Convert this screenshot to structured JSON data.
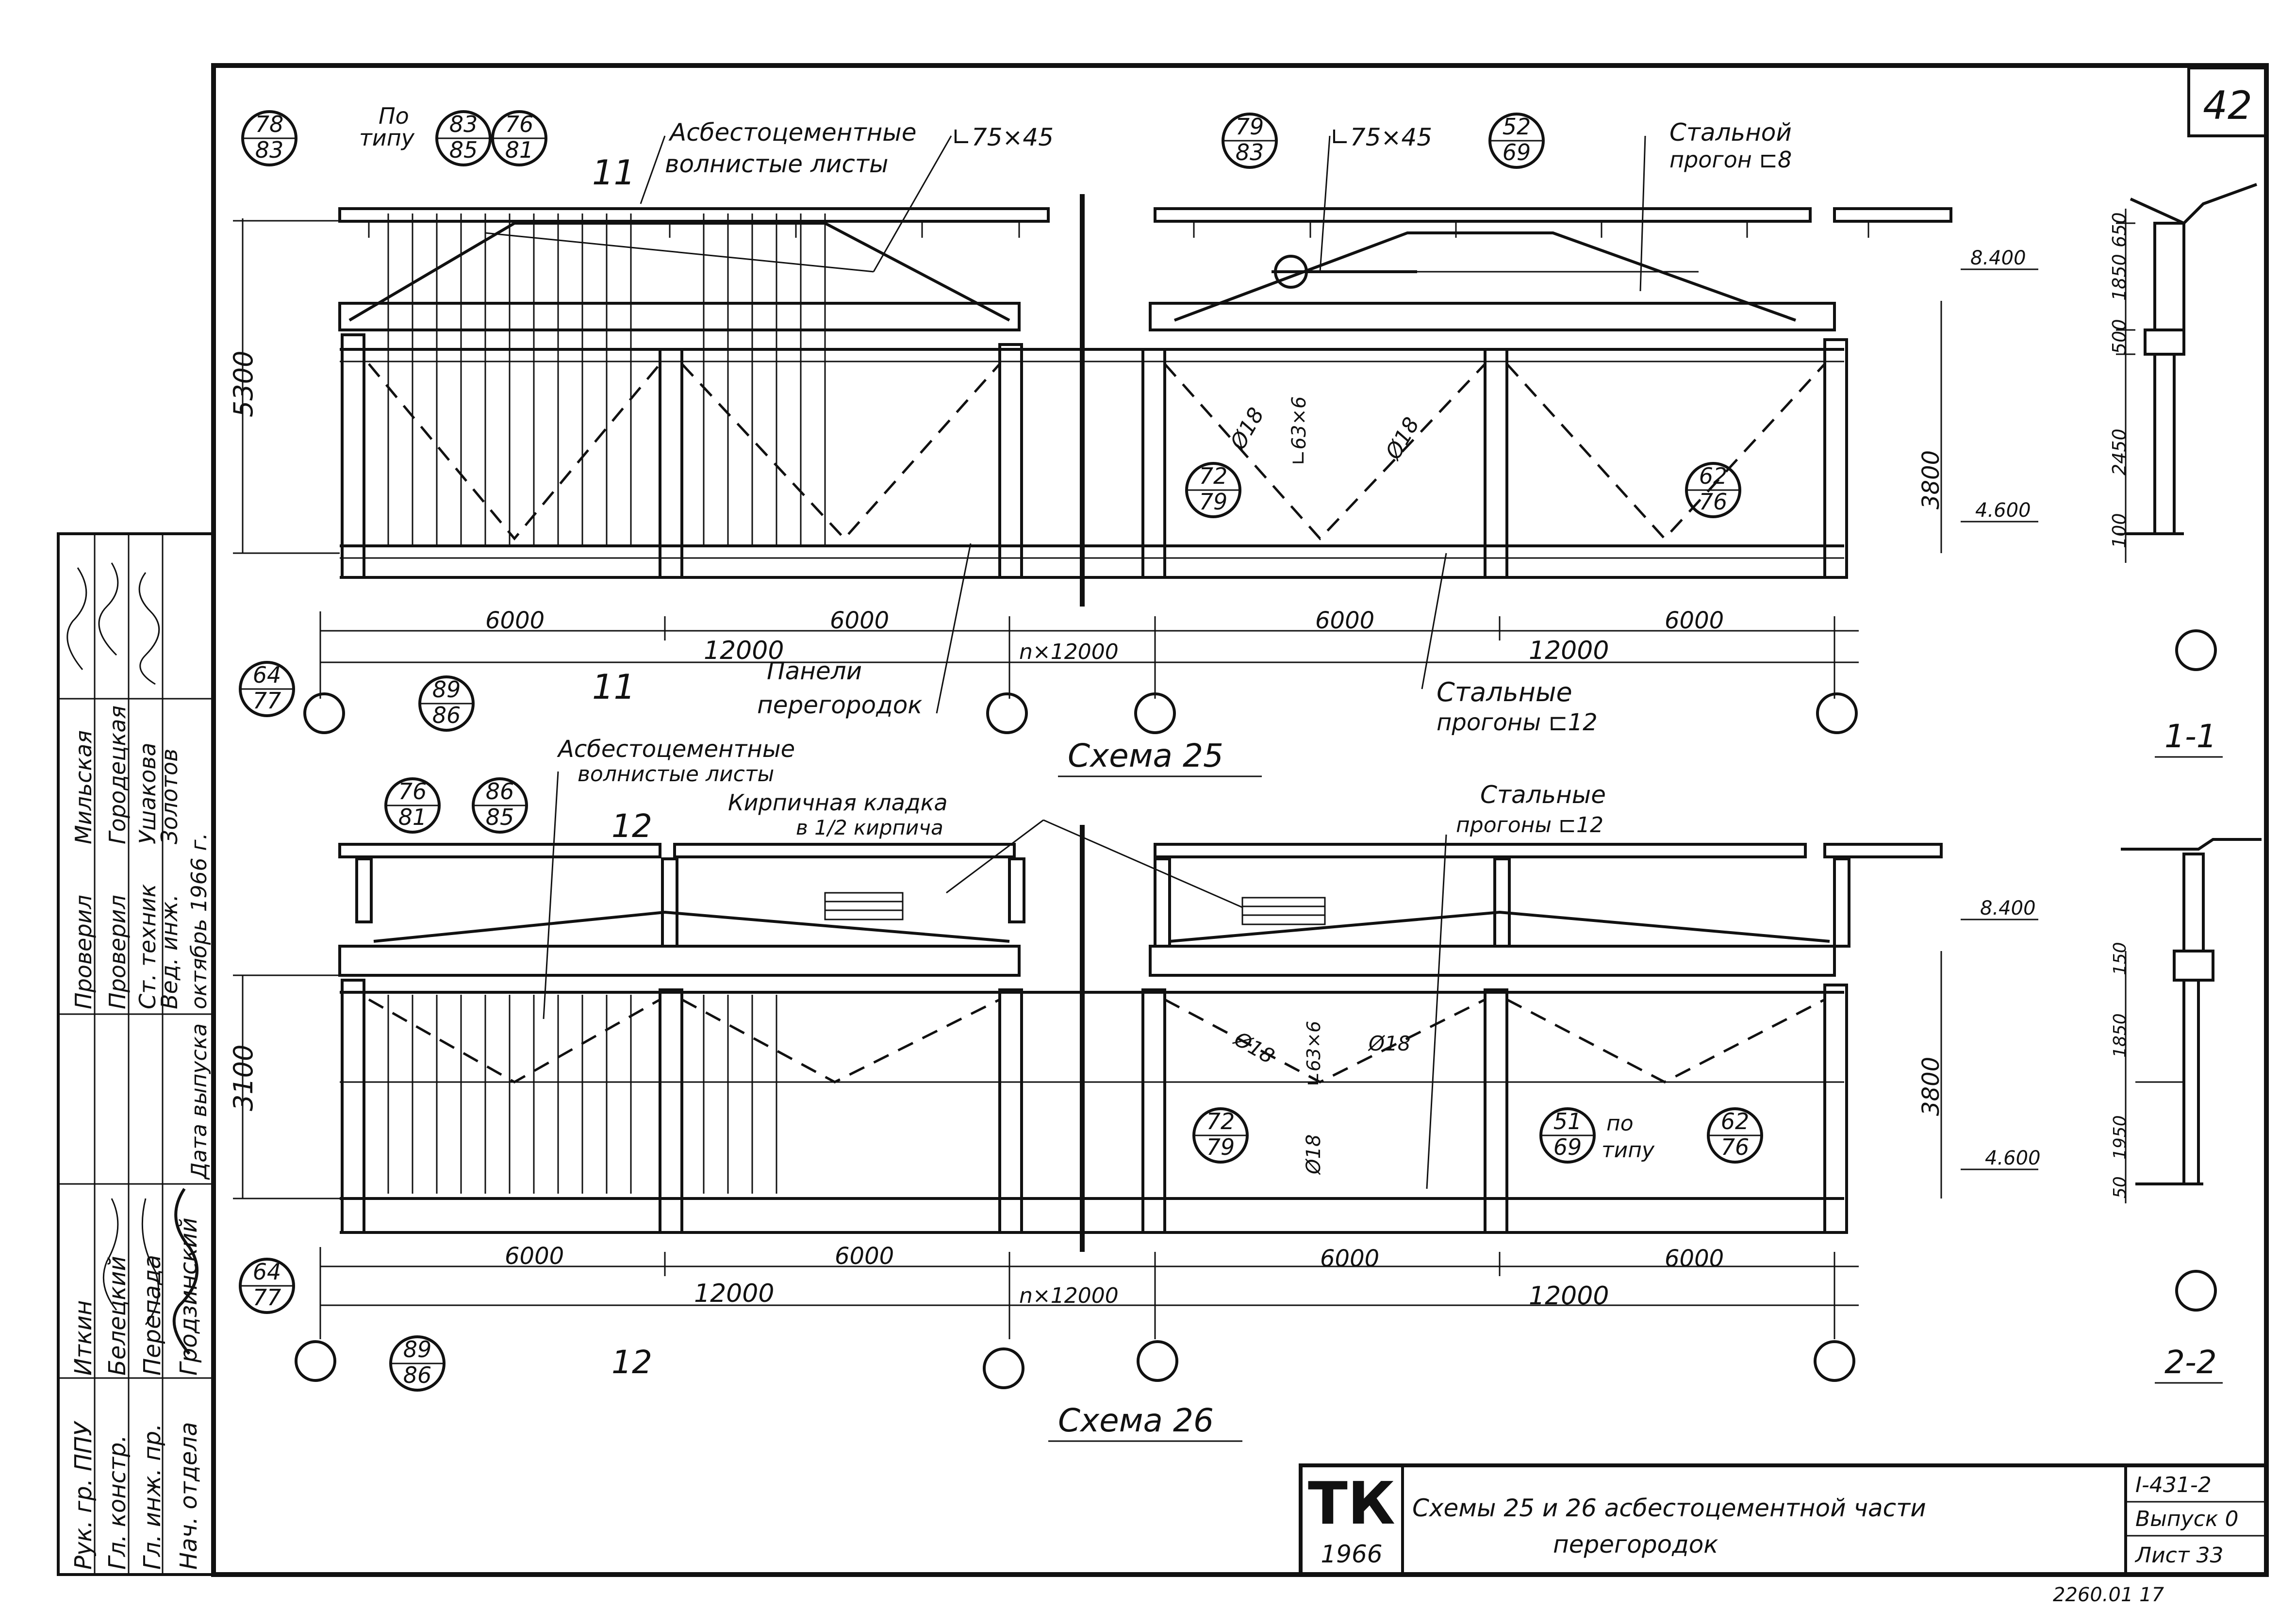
{
  "sheet_number": "42",
  "schema25": {
    "title": "Схема 25",
    "section_mark_left": "11",
    "section_mark_bottom": "11",
    "label_asbestos_line1": "Асбестоцементные",
    "label_asbestos_line2": "волнистые листы",
    "label_angle_left": "∟75×45",
    "label_angle_right": "∟75×45",
    "label_purlin_line1": "Стальной",
    "label_purlin_line2": "прогон ⊏8",
    "label_by_type_1": "По",
    "label_by_type_2": "типу",
    "label_panels_1": "Панели",
    "label_panels_2": "перегородок",
    "label_steel_purlins_1": "Стальные",
    "label_steel_purlins_2": "прогоны ⊏12",
    "height_total": "5300",
    "height_partition": "3800",
    "level_top": "8.400",
    "level_bottom": "4.600",
    "dim_6000_a": "6000",
    "dim_6000_b": "6000",
    "dim_6000_c": "6000",
    "dim_6000_d": "6000",
    "dim_12000_a": "12000",
    "dim_12000_b": "12000",
    "dim_n12000": "n×12000",
    "brace_d1": "Ø18",
    "brace_d2": "Ø18",
    "brace_angle": "∟63×6",
    "callouts": [
      {
        "top": "78",
        "bottom": "83"
      },
      {
        "top": "83",
        "bottom": "85"
      },
      {
        "top": "76",
        "bottom": "81"
      },
      {
        "top": "79",
        "bottom": "83"
      },
      {
        "top": "52",
        "bottom": "69"
      },
      {
        "top": "72",
        "bottom": "79"
      },
      {
        "top": "62",
        "bottom": "76"
      },
      {
        "top": "64",
        "bottom": "77"
      },
      {
        "top": "89",
        "bottom": "86"
      }
    ]
  },
  "schema26": {
    "title": "Схема 26",
    "section_mark_top": "12",
    "section_mark_bottom": "12",
    "label_asbestos_line1": "Асбестоцементные",
    "label_asbestos_line2": "волнистые листы",
    "label_brick_line1": "Кирпичная кладка",
    "label_brick_line2": "в 1/2 кирпича",
    "label_steel_purlins_1": "Стальные",
    "label_steel_purlins_2": "прогоны ⊏12",
    "label_by_type_1": "по",
    "label_by_type_2": "типу",
    "height_total": "3100",
    "height_partition": "3800",
    "level_top": "8.400",
    "level_bottom": "4.600",
    "dim_6000_a": "6000",
    "dim_6000_b": "6000",
    "dim_6000_c": "6000",
    "dim_6000_d": "6000",
    "dim_12000_a": "12000",
    "dim_12000_b": "12000",
    "dim_n12000": "n×12000",
    "brace_d1": "Ø18",
    "brace_d2": "Ø18",
    "brace_d3": "Ø18",
    "brace_angle": "∟63×6",
    "callouts": [
      {
        "top": "76",
        "bottom": "81"
      },
      {
        "top": "86",
        "bottom": "85"
      },
      {
        "top": "72",
        "bottom": "79"
      },
      {
        "top": "51",
        "bottom": "69"
      },
      {
        "top": "62",
        "bottom": "76"
      },
      {
        "top": "64",
        "bottom": "77"
      },
      {
        "top": "89",
        "bottom": "86"
      }
    ]
  },
  "section11": {
    "title": "1-1",
    "dims": [
      "650",
      "1850",
      "500",
      "2450",
      "100"
    ]
  },
  "section22": {
    "title": "2-2",
    "dims": [
      "150",
      "1850",
      "1950",
      "50"
    ]
  },
  "titleblock": {
    "logo": "ТК",
    "year": "1966",
    "title_line1": "Схемы 25 и 26 асбестоцементной части",
    "title_line2": "перегородок",
    "series": "I-431-2",
    "issue": "Выпуск 0",
    "sheet": "Лист 33",
    "bottom_number": "2260.01   17"
  },
  "stamp": {
    "rows": [
      {
        "role": "Нач. отдела",
        "name": "Гродзинский"
      },
      {
        "role": "Гл. инж. пр.",
        "name": "Перепада"
      },
      {
        "role": "Гл. констр.",
        "name": "Белецкий"
      },
      {
        "role": "Рук. гр. ППУ",
        "name": "Иткин"
      },
      {
        "role": "Дата выпуска",
        "name": "октябрь 1966 г."
      },
      {
        "role": "Вед. инж.",
        "name": "Золотов"
      },
      {
        "role": "Ст. техник",
        "name": "Ушакова"
      },
      {
        "role": "Проверил",
        "name": "Городецкая"
      },
      {
        "role": "Проверил",
        "name": "Мильская"
      }
    ]
  }
}
